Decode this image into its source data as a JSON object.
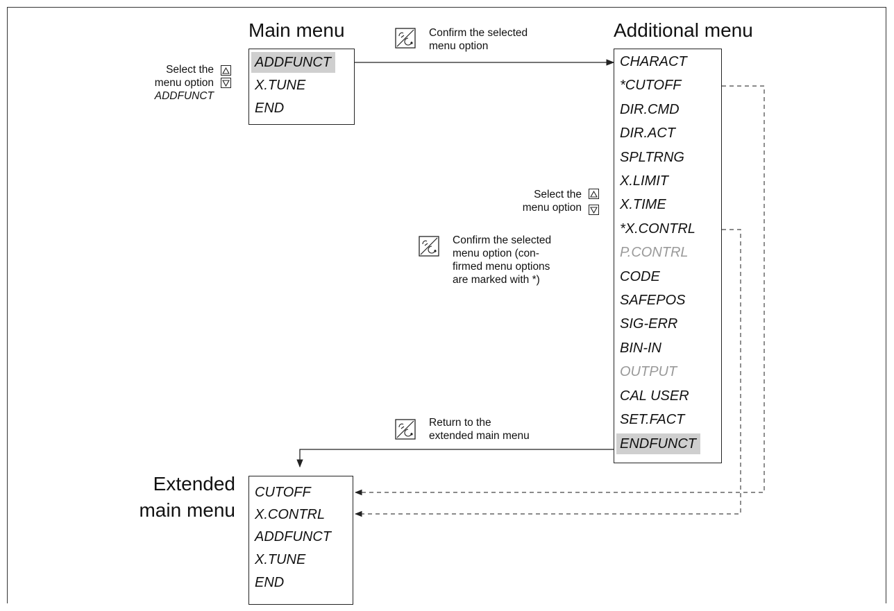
{
  "main_menu": {
    "title": "Main menu",
    "items": [
      "ADDFUNCT",
      "X.TUNE",
      "END"
    ],
    "selected_index": 0
  },
  "additional_menu": {
    "title": "Additional menu",
    "items": [
      "CHARACT",
      "*CUTOFF",
      "DIR.CMD",
      "DIR.ACT",
      "SPLTRNG",
      "X.LIMIT",
      "X.TIME",
      "*X.CONTRL",
      "P.CONTRL",
      "CODE",
      "SAFEPOS",
      "SIG-ERR",
      "BIN-IN",
      "OUTPUT",
      "CAL USER",
      "SET.FACT",
      "ENDFUNCT"
    ],
    "dimmed_items": [
      "P.CONTRL",
      "OUTPUT"
    ],
    "selected_index": 16
  },
  "extended_menu": {
    "title_line1": "Extended",
    "title_line2": "main menu",
    "items": [
      "CUTOFF",
      "X.CONTRL",
      "ADDFUNCT",
      "X.TUNE",
      "END"
    ]
  },
  "notes": {
    "select_addfunct": {
      "line1": "Select the",
      "line2": "menu option",
      "line3": "ADDFUNCT"
    },
    "confirm_top": {
      "line1": "Confirm the selected",
      "line2": "menu option"
    },
    "select_option": {
      "line1": "Select the",
      "line2": "menu option"
    },
    "confirm_marked": {
      "line1": "Confirm the selected",
      "line2": "menu option (con-",
      "line3": "firmed menu options",
      "line4": "are marked with *)"
    },
    "return": {
      "line1": "Return to the",
      "line2": "extended main menu"
    }
  },
  "icons": {
    "up_key": "up-arrow-key-icon",
    "down_key": "down-arrow-key-icon",
    "enter_key": "enter-exit-key-icon"
  },
  "colors": {
    "selected_highlight": "#cfcfcf",
    "dimmed_text": "#9a9a9a",
    "lines": "#222222"
  }
}
